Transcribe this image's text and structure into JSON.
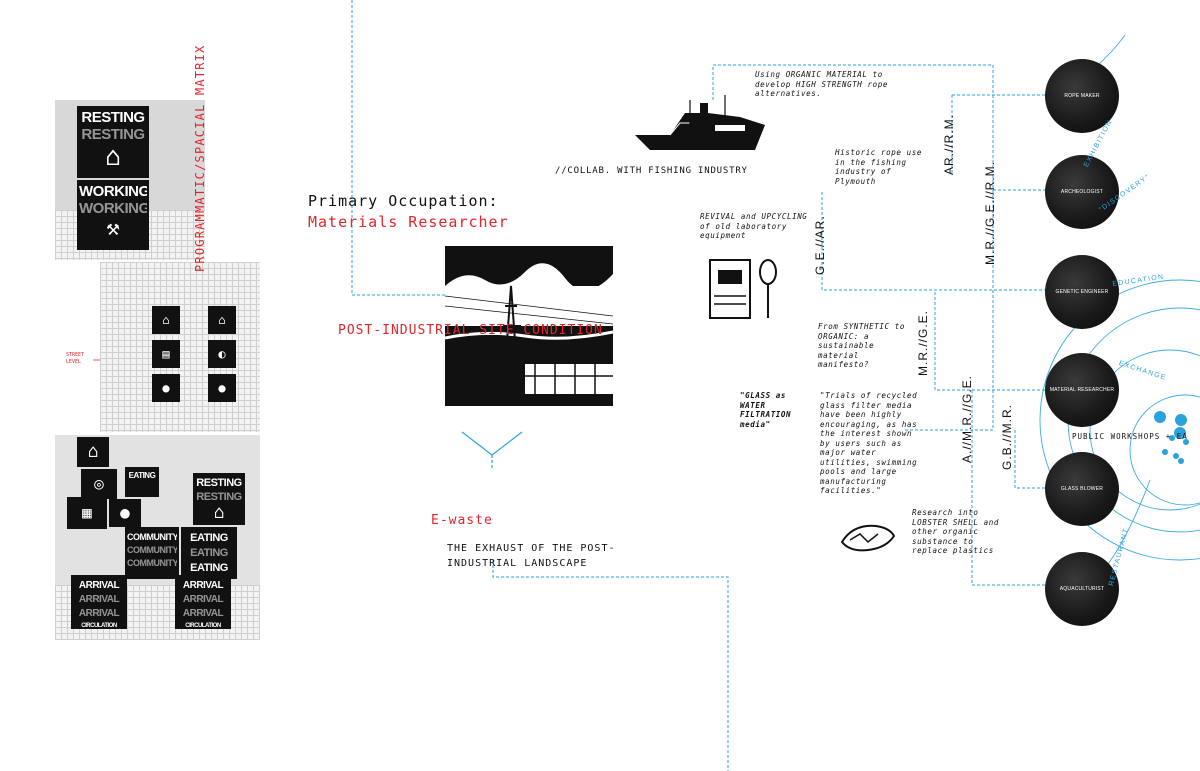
{
  "left_collage": {
    "vertical_title": "PROGRAMMATIC/SPACIAL MATRIX",
    "street_level": "STREET LEVEL",
    "block_top": [
      "RESTING",
      "RESTING",
      "WORKING",
      "WORKING"
    ],
    "block_bottom_left": [
      "ARRIVAL",
      "ARRIVAL",
      "ARRIVAL",
      "CIRCULATION"
    ],
    "block_bottom_right": [
      "ARRIVAL",
      "ARRIVAL",
      "ARRIVAL",
      "CIRCULATION"
    ],
    "block_mid": [
      "COMMUNITY",
      "COMMUNITY",
      "COMMUNITY"
    ],
    "block_eating": [
      "EATING",
      "EATING",
      "EATING"
    ],
    "block_small_resting": [
      "RESTING",
      "RESTING"
    ]
  },
  "center": {
    "primary_label": "Primary Occupation:",
    "primary_value": "Materials Researcher",
    "site_condition": "POST-INDUSTRIAL SITE CONDITION",
    "ewaste_title": "E-waste",
    "ewaste_desc": "THE EXHAUST OF THE POST-INDUSTRIAL LANDSCAPE"
  },
  "notes": {
    "organic": "Using ORGANIC MATERIAL to develop HIGH STRENGTH rope alternatives.",
    "collab": "//COLLAB. WITH FISHING INDUSTRY",
    "historic": "Historic rope use in the fishing industry of Plymouth",
    "revival": "REVIVAL and UPCYCLING of old laboratory equipment",
    "synthetic": "From SYNTHETIC to ORGANIC: a sustainable material manifesto?",
    "glass_title": "\"GLASS as WATER FILTRATION media\"",
    "glass_quote": "\"Trials of recycled glass filter media have been highly encouraging, as has the interest shown by users such as major water utilities, swimming pools and large manufacturing facilities.\"",
    "lobster": "Research into LOBSTER SHELL and other organic substance to replace plastics"
  },
  "codes": [
    "AR.//R.M.",
    "G.E.//AR.",
    "M.R.//G.E.//R.M.",
    "M.R.//G.E.",
    "A.//M.R.//G.E.",
    "G.B.//M.R."
  ],
  "roles": [
    "ROPE MAKER",
    "ARCHEOLOGIST",
    "GENETIC ENGINEER",
    "MATERIAL RESEARCHER",
    "GLASS BLOWER",
    "AQUACULTURIST"
  ],
  "arc_labels": [
    "EXHIBITION",
    "\"DISCOVERY\"",
    "EDUCATION",
    "EXCHANGE",
    "RESTAURANT"
  ],
  "workshops": "PUBLIC WORKSHOPS + EA",
  "colors": {
    "accent_red": "#e0262b",
    "accent_blue": "#29a3df",
    "ink": "#111111"
  }
}
